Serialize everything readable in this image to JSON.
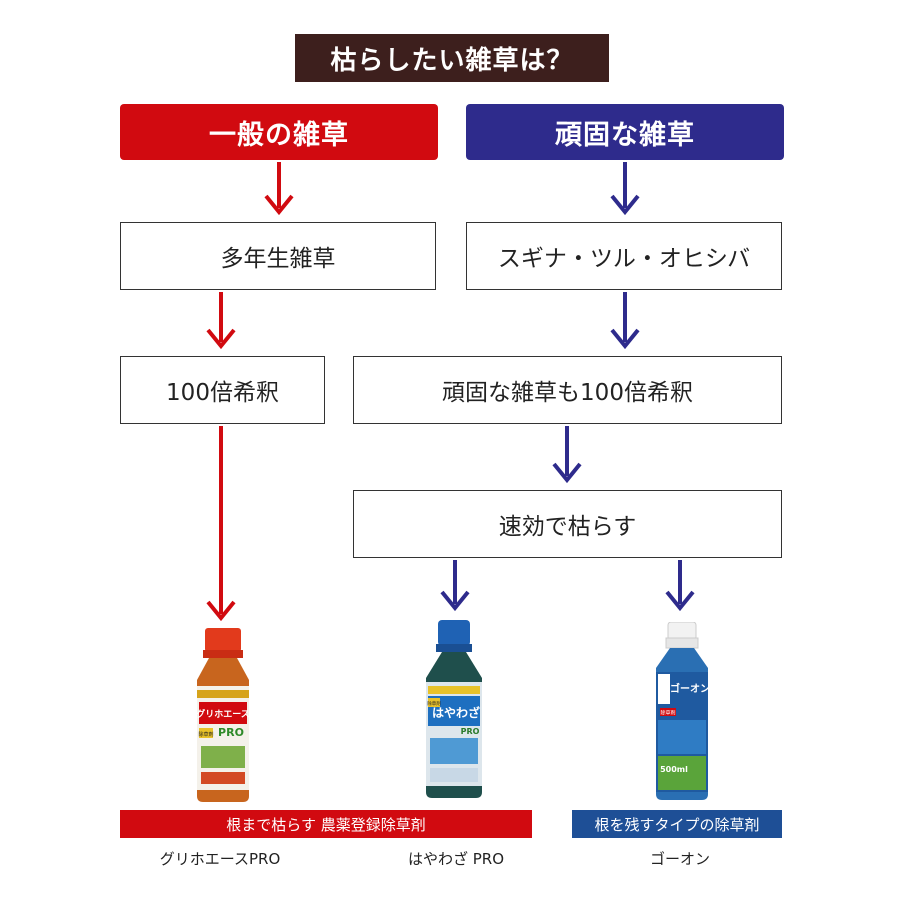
{
  "title": "枯らしたい雑草は？",
  "left_branch": {
    "header": "一般の雑草",
    "step1": "多年生雑草",
    "step2": "100倍希釈",
    "color": "#d10a10"
  },
  "right_branch": {
    "header": "頑固な雑草",
    "step1": "スギナ・ツル・オヒシバ",
    "step2": "頑固な雑草も100倍希釈",
    "step3": "速効で枯らす",
    "color": "#2e2b8c"
  },
  "banners": {
    "left": "根まで枯らす 農薬登録除草剤",
    "right": "根を残すタイプの除草剤"
  },
  "products": [
    {
      "name": "グリホエースPRO",
      "label_main": "グリホエース",
      "label_sub": "PRO",
      "badge": "除草剤",
      "color": "#e0541c"
    },
    {
      "name": "はやわざ PRO",
      "label_main": "はやわざ",
      "label_sub": "PRO",
      "badge": "除草剤",
      "color": "#1c5e8a"
    },
    {
      "name": "ゴーオン",
      "label_main": "ゴーオン",
      "label_sub": "500ml",
      "badge": "除草剤",
      "color": "#3a7fc6"
    }
  ]
}
